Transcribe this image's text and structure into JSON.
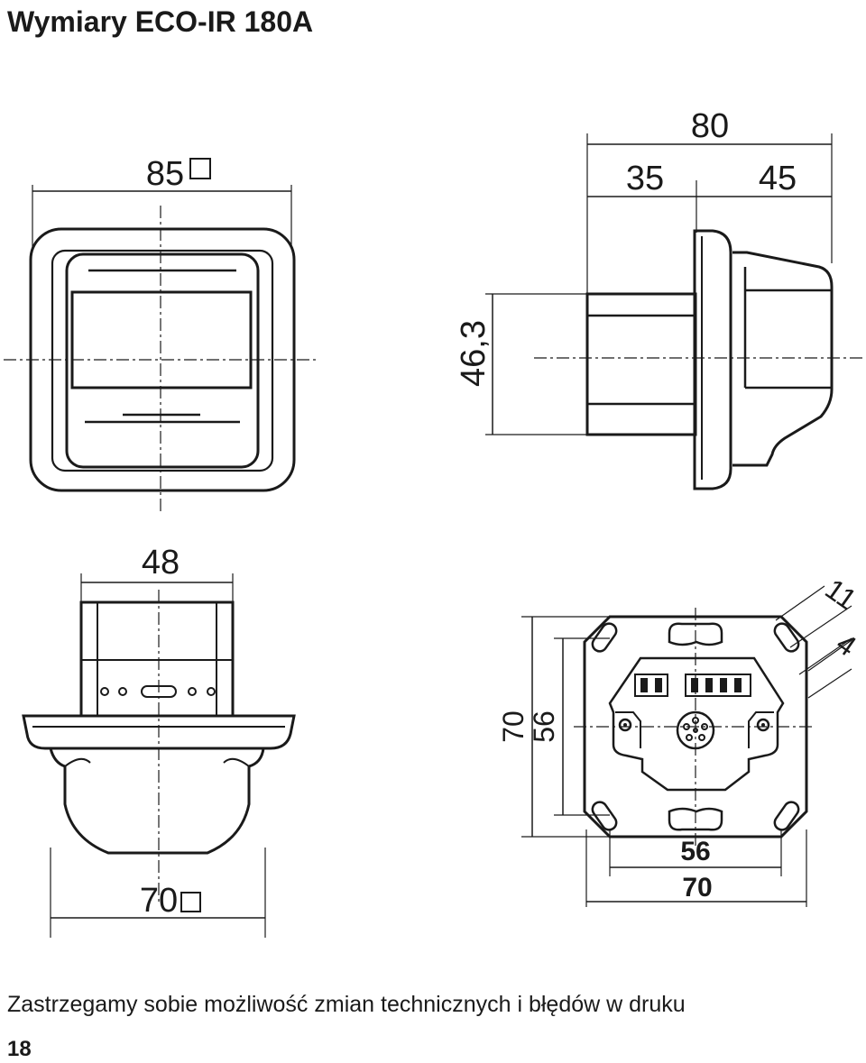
{
  "header": {
    "title": "Wymiary ECO-IR 180A"
  },
  "front_view": {
    "width_label": "85"
  },
  "side_view": {
    "total_depth_label": "80",
    "front_depth_label": "35",
    "back_depth_label": "45",
    "height_label": "46,3"
  },
  "bottom_view": {
    "top_width_label": "48",
    "bottom_width_label": "70"
  },
  "back_view": {
    "outer_height_label": "70",
    "inner_height_label": "56",
    "inner_width_label": "56",
    "outer_width_label": "70",
    "corner_a_label": "11",
    "corner_b_label": "4"
  },
  "footer": {
    "disclaimer": "Zastrzegamy sobie możliwość zmian technicznych i błędów w druku",
    "page_number": "18"
  }
}
